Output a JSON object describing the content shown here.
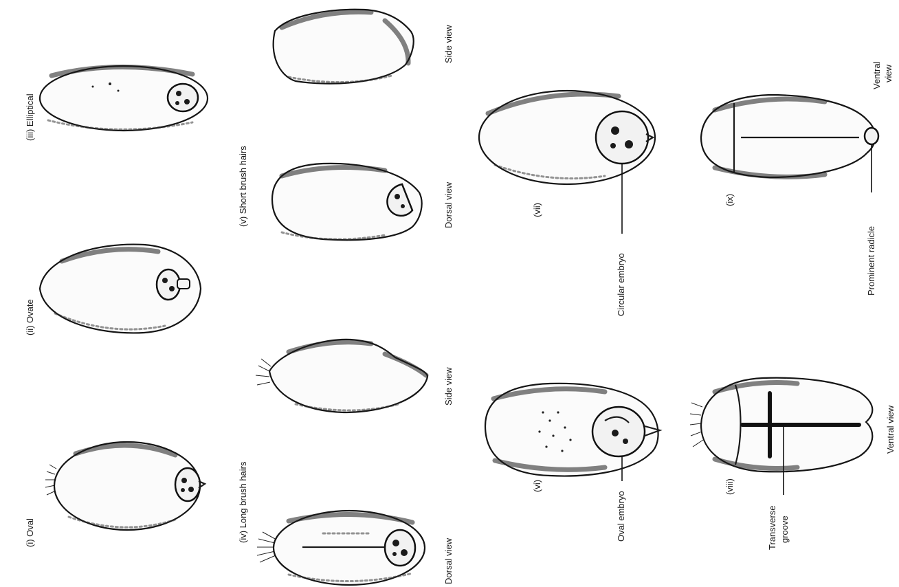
{
  "labels": {
    "oval": "(i)  Oval",
    "ovate": "(ii)  Ovate",
    "elliptical": "(iii)  Elliptical",
    "long_brush": "(iv)    Long brush hairs",
    "short_brush": "(v)    Short brush hairs",
    "dorsal_view": "Dorsal view",
    "side_view": "Side view",
    "fig_vi": "(vi)",
    "fig_vii": "(vii)",
    "fig_viii": "(viii)",
    "fig_ix": "(ix)",
    "oval_embryo": "Oval embryo",
    "circular_embryo": "Circular embryo",
    "transverse_line1": "Transverse",
    "transverse_line2": "groove",
    "prominent_radicle": "Prominent radicle",
    "ventral_view": "Ventral view",
    "ventral_line1": "Ventral",
    "ventral_line2": "view"
  }
}
